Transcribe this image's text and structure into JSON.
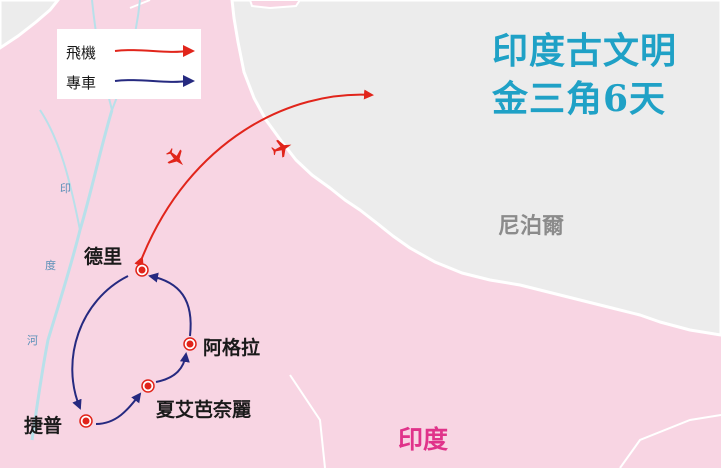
{
  "title": {
    "line1": "印度古文明",
    "line2": "金三角6天"
  },
  "legend": {
    "flight_label": "飛機",
    "car_label": "專車"
  },
  "countries": {
    "nepal": "尼泊爾",
    "india": "印度"
  },
  "river": {
    "char1": "印",
    "char2": "度",
    "char3": "河"
  },
  "cities": {
    "delhi": "德里",
    "agra": "阿格拉",
    "fatehpur": "夏艾芭奈麗",
    "jaipur": "捷普"
  },
  "colors": {
    "india_land": "#f8d5e3",
    "nepal_land": "#ececec",
    "border": "#ffffff",
    "river": "#b8e0ea",
    "flight": "#e1251b",
    "car": "#262a80",
    "title": "#1fa1c6",
    "india_label": "#e0338a",
    "nepal_label": "#8b8b8b",
    "river_label": "#5a90b8"
  }
}
